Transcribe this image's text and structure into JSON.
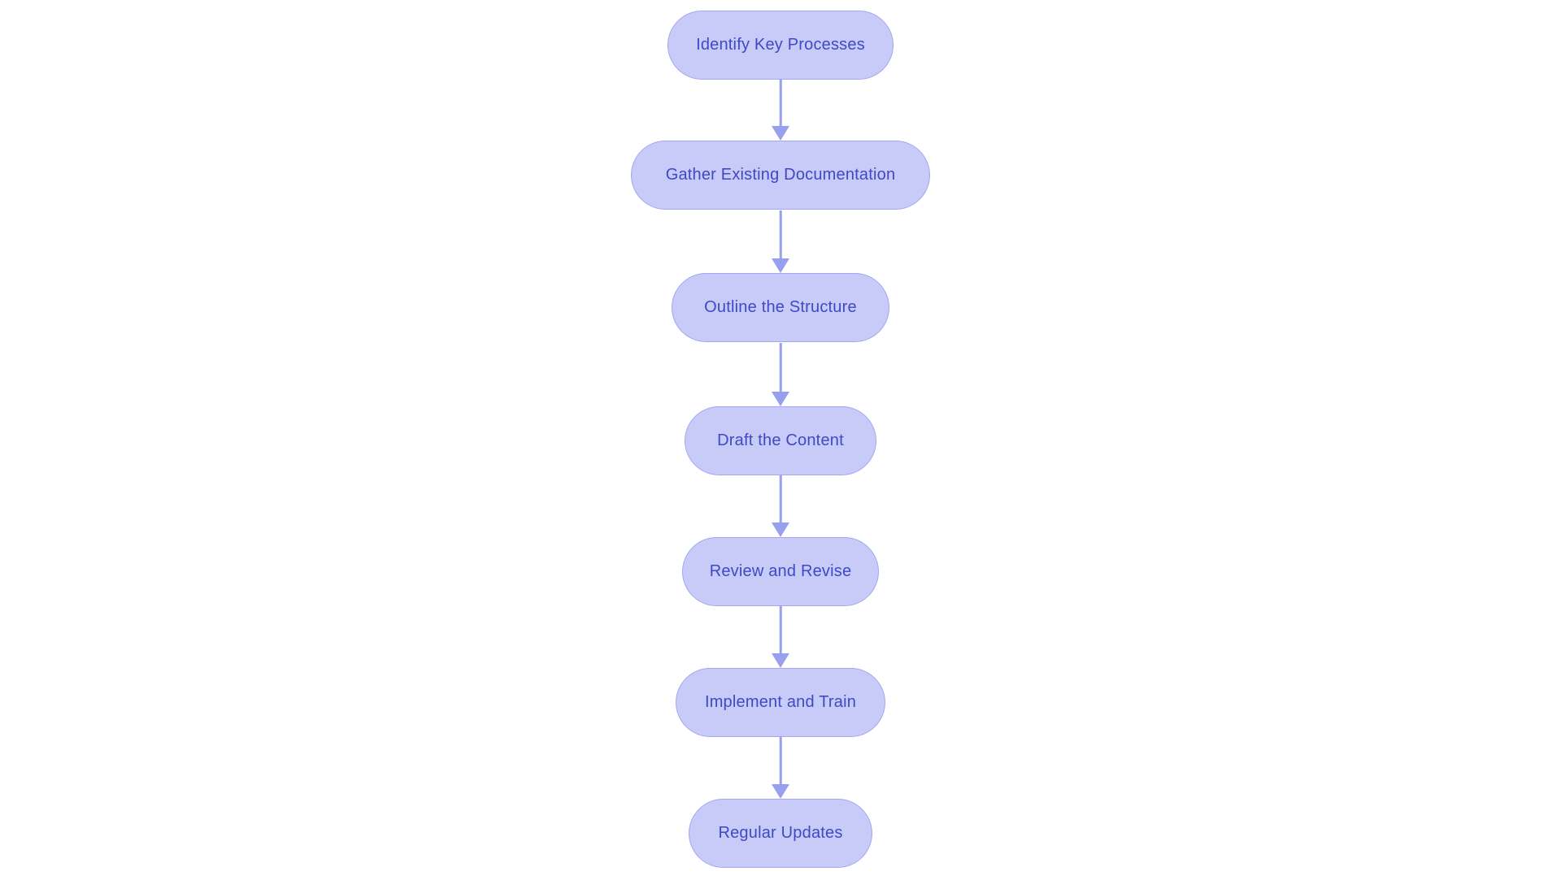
{
  "flowchart": {
    "type": "flowchart",
    "direction": "top-down",
    "nodes": [
      {
        "id": 1,
        "label": "Identify Key Processes"
      },
      {
        "id": 2,
        "label": "Gather Existing Documentation"
      },
      {
        "id": 3,
        "label": "Outline the Structure"
      },
      {
        "id": 4,
        "label": "Draft the Content"
      },
      {
        "id": 5,
        "label": "Review and Revise"
      },
      {
        "id": 6,
        "label": "Implement and Train"
      },
      {
        "id": 7,
        "label": "Regular Updates"
      }
    ],
    "connections": [
      {
        "from": 1,
        "to": 2
      },
      {
        "from": 2,
        "to": 3
      },
      {
        "from": 3,
        "to": 4
      },
      {
        "from": 4,
        "to": 5
      },
      {
        "from": 5,
        "to": 6
      },
      {
        "from": 6,
        "to": 7
      }
    ],
    "colors": {
      "background": "#ffffff",
      "node_fill": "#c8cbf8",
      "node_border": "#a2a7f0",
      "node_text": "#3e49c5",
      "arrow": "#97a0ef"
    }
  }
}
